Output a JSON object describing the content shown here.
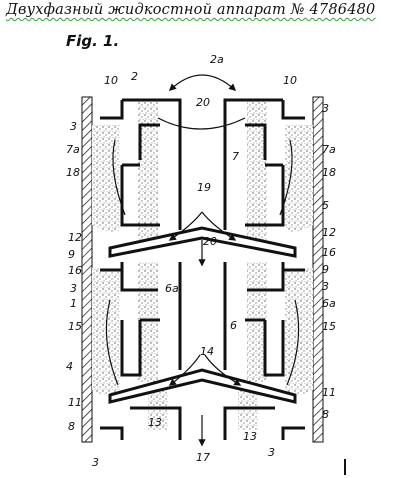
{
  "title": "Двухфазный жидкостной аппарат № 4786480",
  "title_underline_color": "#3a9a3a",
  "figure_label": "Fig. 1.",
  "labels": {
    "l2": "2",
    "l2a": "2a",
    "l10a": "10",
    "l10b": "10",
    "l3a": "3",
    "l3b": "3",
    "l3c": "3",
    "l3d": "3",
    "l3e": "3",
    "l20a": "20",
    "l20b": "20",
    "l7a": "7a",
    "l7b": "7a",
    "l7": "7",
    "l18a": "18",
    "l18b": "18",
    "l19": "19",
    "l5": "5",
    "l12a": "12",
    "l12b": "12",
    "l9a": "9",
    "l9b": "9",
    "l16a": "16",
    "l16b": "16",
    "l3f": "3",
    "l1": "1",
    "l6a1": "6a",
    "l6a2": "6a",
    "l15a": "15",
    "l15b": "15",
    "l6": "6",
    "l4": "4",
    "l14": "14",
    "l11a": "11",
    "l11b": "11",
    "l8a": "8",
    "l8b": "8",
    "l13a": "13",
    "l13b": "13",
    "l17": "17"
  },
  "colors": {
    "ink": "#111111",
    "fill_dots": "#555555",
    "background": "#ffffff"
  }
}
